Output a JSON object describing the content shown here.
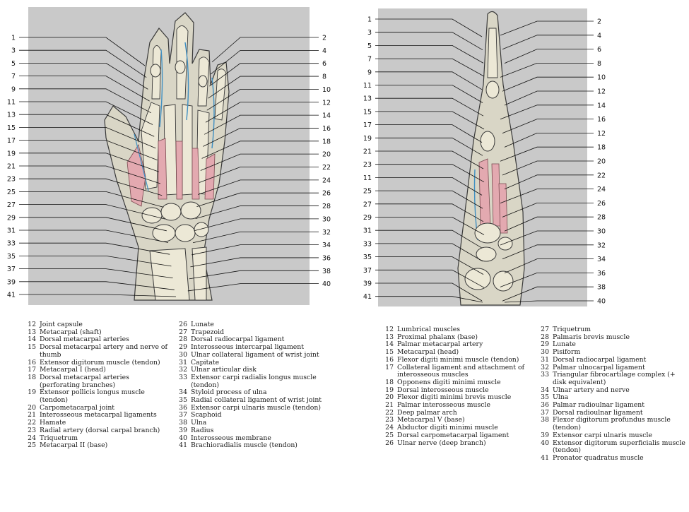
{
  "figures": {
    "left_labels_left": [
      "1",
      "3",
      "5",
      "7",
      "9",
      "11",
      "13",
      "15",
      "17",
      "19",
      "21",
      "23",
      "25",
      "27",
      "29",
      "31",
      "33",
      "35",
      "37",
      "39",
      "41"
    ],
    "left_labels_right": [
      "2",
      "4",
      "6",
      "8",
      "10",
      "12",
      "14",
      "16",
      "18",
      "20",
      "22",
      "24",
      "26",
      "28",
      "30",
      "32",
      "34",
      "36",
      "38",
      "40"
    ],
    "right_labels_left": [
      "1",
      "3",
      "5",
      "7",
      "9",
      "11",
      "13",
      "15",
      "17",
      "19",
      "21",
      "23",
      "11",
      "25",
      "27",
      "29",
      "31",
      "33",
      "35",
      "37",
      "39",
      "41"
    ],
    "right_labels_right": [
      "2",
      "4",
      "6",
      "8",
      "10",
      "12",
      "14",
      "16",
      "12",
      "18",
      "20",
      "22",
      "24",
      "26",
      "28",
      "30",
      "32",
      "34",
      "36",
      "38",
      "40"
    ]
  },
  "legend_left": {
    "col1": [
      {
        "n": "12",
        "t": "Joint capsule"
      },
      {
        "n": "13",
        "t": "Metacarpal (shaft)"
      },
      {
        "n": "14",
        "t": "Dorsal metacarpal arteries"
      },
      {
        "n": "15",
        "t": "Dorsal metacarpal artery and nerve of thumb"
      },
      {
        "n": "16",
        "t": "Extensor digitorum muscle (tendon)"
      },
      {
        "n": "17",
        "t": "Metacarpal I (head)"
      },
      {
        "n": "18",
        "t": "Dorsal metacarpal arteries (perforating branches)"
      },
      {
        "n": "19",
        "t": "Extensor pollicis longus muscle (tendon)"
      },
      {
        "n": "20",
        "t": "Carpometacarpal joint"
      },
      {
        "n": "21",
        "t": "Interosseous metacarpal ligaments"
      },
      {
        "n": "22",
        "t": "Hamate"
      },
      {
        "n": "23",
        "t": "Radial artery (dorsal carpal branch)"
      },
      {
        "n": "24",
        "t": "Triquetrum"
      },
      {
        "n": "25",
        "t": "Metacarpal II (base)"
      }
    ],
    "col2": [
      {
        "n": "26",
        "t": "Lunate"
      },
      {
        "n": "27",
        "t": "Trapezoid"
      },
      {
        "n": "28",
        "t": "Dorsal radiocarpal ligament"
      },
      {
        "n": "29",
        "t": "Interosseous intercarpal ligament"
      },
      {
        "n": "30",
        "t": "Ulnar collateral ligament of wrist joint"
      },
      {
        "n": "31",
        "t": "Capitate"
      },
      {
        "n": "32",
        "t": "Ulnar articular disk"
      },
      {
        "n": "33",
        "t": "Extensor carpi radialis longus muscle (tendon)"
      },
      {
        "n": "34",
        "t": "Styloid process of ulna"
      },
      {
        "n": "35",
        "t": "Radial collateral ligament of wrist joint"
      },
      {
        "n": "36",
        "t": "Extensor carpi ulnaris muscle (tendon)"
      },
      {
        "n": "37",
        "t": "Scaphoid"
      },
      {
        "n": "38",
        "t": "Ulna"
      },
      {
        "n": "39",
        "t": "Radius"
      },
      {
        "n": "40",
        "t": "Interosseous membrane"
      },
      {
        "n": "41",
        "t": "Brachioradialis muscle (tendon)"
      }
    ]
  },
  "legend_right": {
    "col1": [
      {
        "n": "12",
        "t": "Lumbrical muscles"
      },
      {
        "n": "13",
        "t": "Proximal phalanx (base)"
      },
      {
        "n": "14",
        "t": "Palmar metacarpal artery"
      },
      {
        "n": "15",
        "t": "Metacarpal (head)"
      },
      {
        "n": "16",
        "t": "Flexor digiti minimi muscle (tendon)"
      },
      {
        "n": "17",
        "t": "Collateral ligament and attachment of interosseous muscles"
      },
      {
        "n": "18",
        "t": "Opponens digiti minimi muscle"
      },
      {
        "n": "19",
        "t": "Dorsal interosseous muscle"
      },
      {
        "n": "20",
        "t": "Flexor digiti minimi brevis muscle"
      },
      {
        "n": "21",
        "t": "Palmar interosseous muscle"
      },
      {
        "n": "22",
        "t": "Deep palmar arch"
      },
      {
        "n": "23",
        "t": "Metacarpal V (base)"
      },
      {
        "n": "24",
        "t": "Abductor digiti minimi muscle"
      },
      {
        "n": "25",
        "t": "Dorsal carpometacarpal ligament"
      },
      {
        "n": "26",
        "t": "Ulnar nerve (deep branch)"
      }
    ],
    "col2": [
      {
        "n": "27",
        "t": "Triquetrum"
      },
      {
        "n": "28",
        "t": "Palmaris brevis muscle"
      },
      {
        "n": "29",
        "t": "Lunate"
      },
      {
        "n": "30",
        "t": "Pisiform"
      },
      {
        "n": "31",
        "t": "Dorsal radiocarpal ligament"
      },
      {
        "n": "32",
        "t": "Palmar ulnocarpal ligament"
      },
      {
        "n": "33",
        "t": "Triangular fibrocartilage complex (+ disk equivalent)"
      },
      {
        "n": "34",
        "t": "Ulnar artery and nerve"
      },
      {
        "n": "35",
        "t": "Ulna"
      },
      {
        "n": "36",
        "t": "Palmar radioulnar ligament"
      },
      {
        "n": "37",
        "t": "Dorsal radioulnar ligament"
      },
      {
        "n": "38",
        "t": "Flexor digitorum profundus muscle (tendon)"
      },
      {
        "n": "39",
        "t": "Extensor carpi ulnaris muscle"
      },
      {
        "n": "40",
        "t": "Extensor digitorum superficialis muscle (tendon)"
      },
      {
        "n": "41",
        "t": "Pronator quadratus muscle"
      }
    ]
  },
  "colors": {
    "panel": "#c9c9c9",
    "bone": "#ece8d6",
    "bone_outline": "#3a3a3a",
    "muscle": "#e3a9b0",
    "vessel": "#3f8fc2",
    "skin": "#d9d6c6"
  }
}
